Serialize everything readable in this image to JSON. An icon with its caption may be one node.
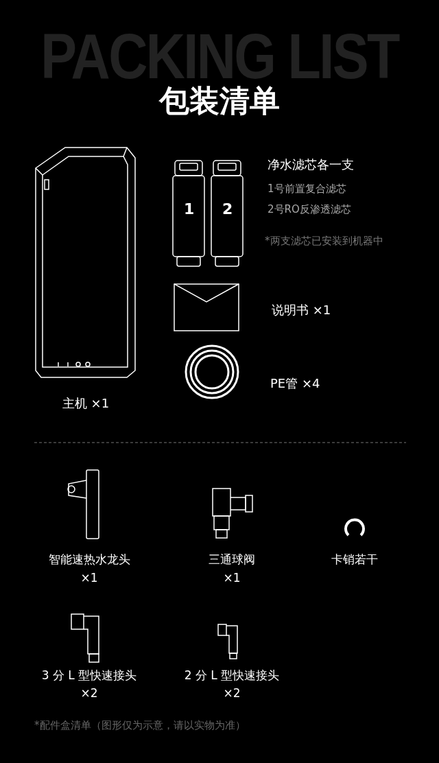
{
  "diagram": {
    "title": "包装清单",
    "caption": "*配件盒清单（图形仅为示意，请以实物为准）",
    "labels": [
      "PACKING LIST",
      "1",
      "2",
      "净水滤芯各一支",
      "1号前置复合滤芯",
      "2号RO反渗透滤芯",
      "*两支滤芯已安装到机器中",
      "说明书 ×1",
      "PE管 ×4",
      "主机 ×1",
      "智能速热水龙头",
      "×1",
      "三通球阀",
      "×1",
      "卡销若干",
      "3 分 L 型快速接头",
      "×2",
      "2 分 L 型快速接头",
      "×2"
    ]
  }
}
